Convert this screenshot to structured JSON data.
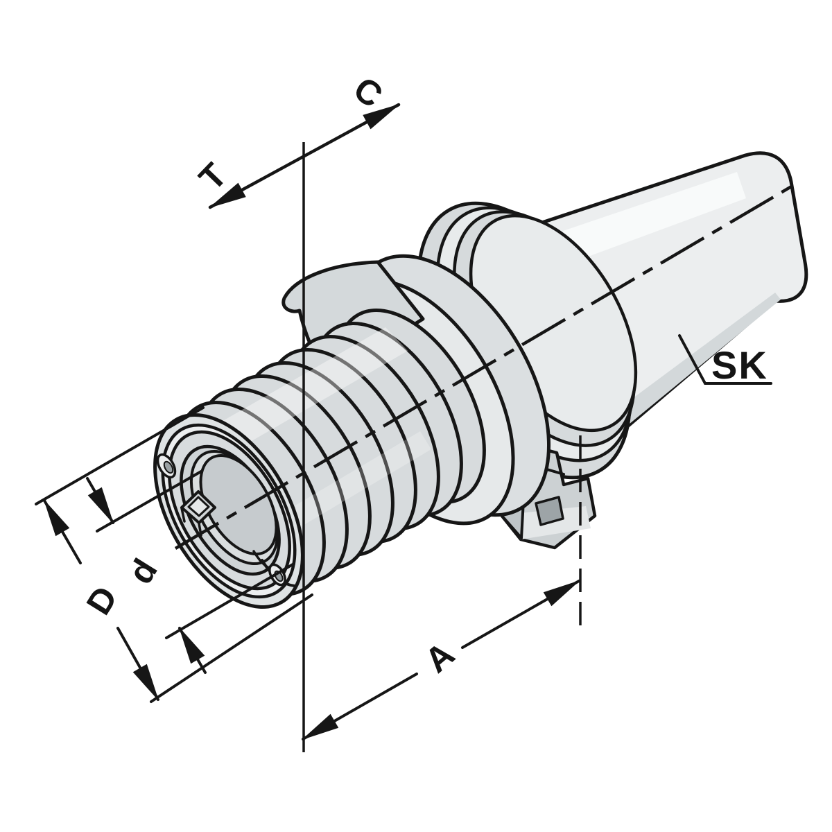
{
  "drawing": {
    "type": "technical-line-drawing",
    "subject": "tap chuck tool holder with SK taper shank, isometric catalog illustration with dimension annotations",
    "background_color": "#ffffff",
    "line_color": "#161616",
    "body_fill": "#d7dbdd",
    "body_fill_light": "#eceeef",
    "body_fill_dark": "#c2c7ca",
    "labels": {
      "compression": "C",
      "tension": "T",
      "taper": "SK",
      "outer_diameter": "D",
      "bore_diameter": "d",
      "length": "A"
    }
  }
}
